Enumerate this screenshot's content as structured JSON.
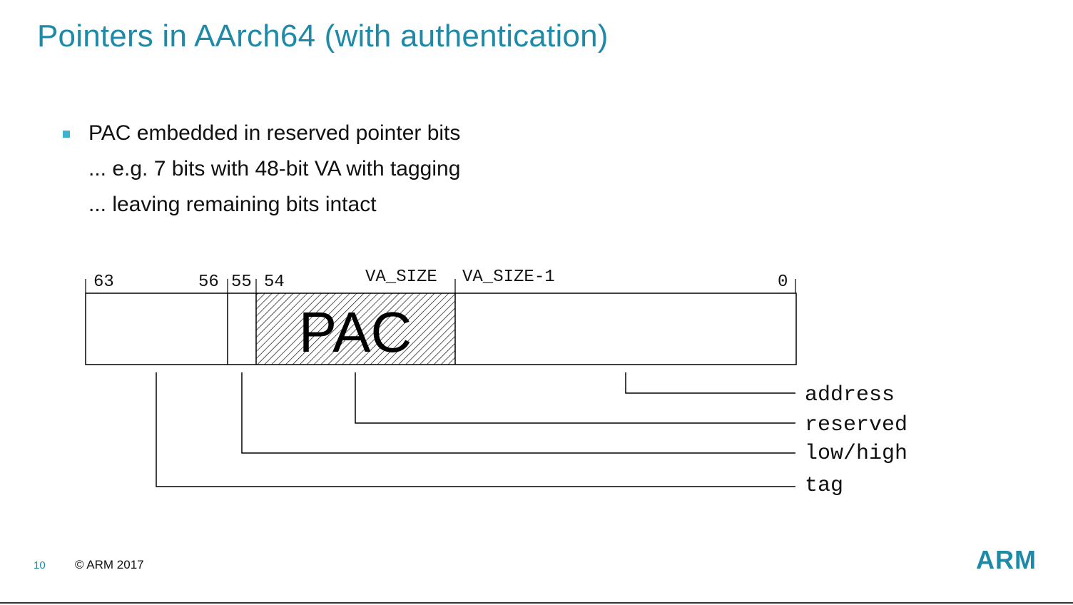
{
  "slide": {
    "title": "Pointers in AArch64 (with authentication)",
    "bullets": {
      "main": "PAC embedded in reserved pointer bits",
      "sub1": "... e.g. 7 bits with 48-bit VA with tagging",
      "sub2": "... leaving remaining bits intact"
    }
  },
  "diagram": {
    "bit_labels": {
      "b63": "63",
      "b56": "56",
      "b55": "55",
      "b54": "54",
      "va_size": "VA_SIZE",
      "va_size_minus_1": "VA_SIZE-1",
      "b0": "0"
    },
    "pac_label": "PAC",
    "field_labels": {
      "address": "address",
      "reserved": "reserved",
      "low_high": "low/high",
      "tag": "tag"
    }
  },
  "footer": {
    "page_number": "10",
    "copyright": "© ARM 2017",
    "logo": "ARM"
  },
  "colors": {
    "accent": "#1f8aa8",
    "bullet": "#3bb4d0",
    "text": "#111111"
  }
}
